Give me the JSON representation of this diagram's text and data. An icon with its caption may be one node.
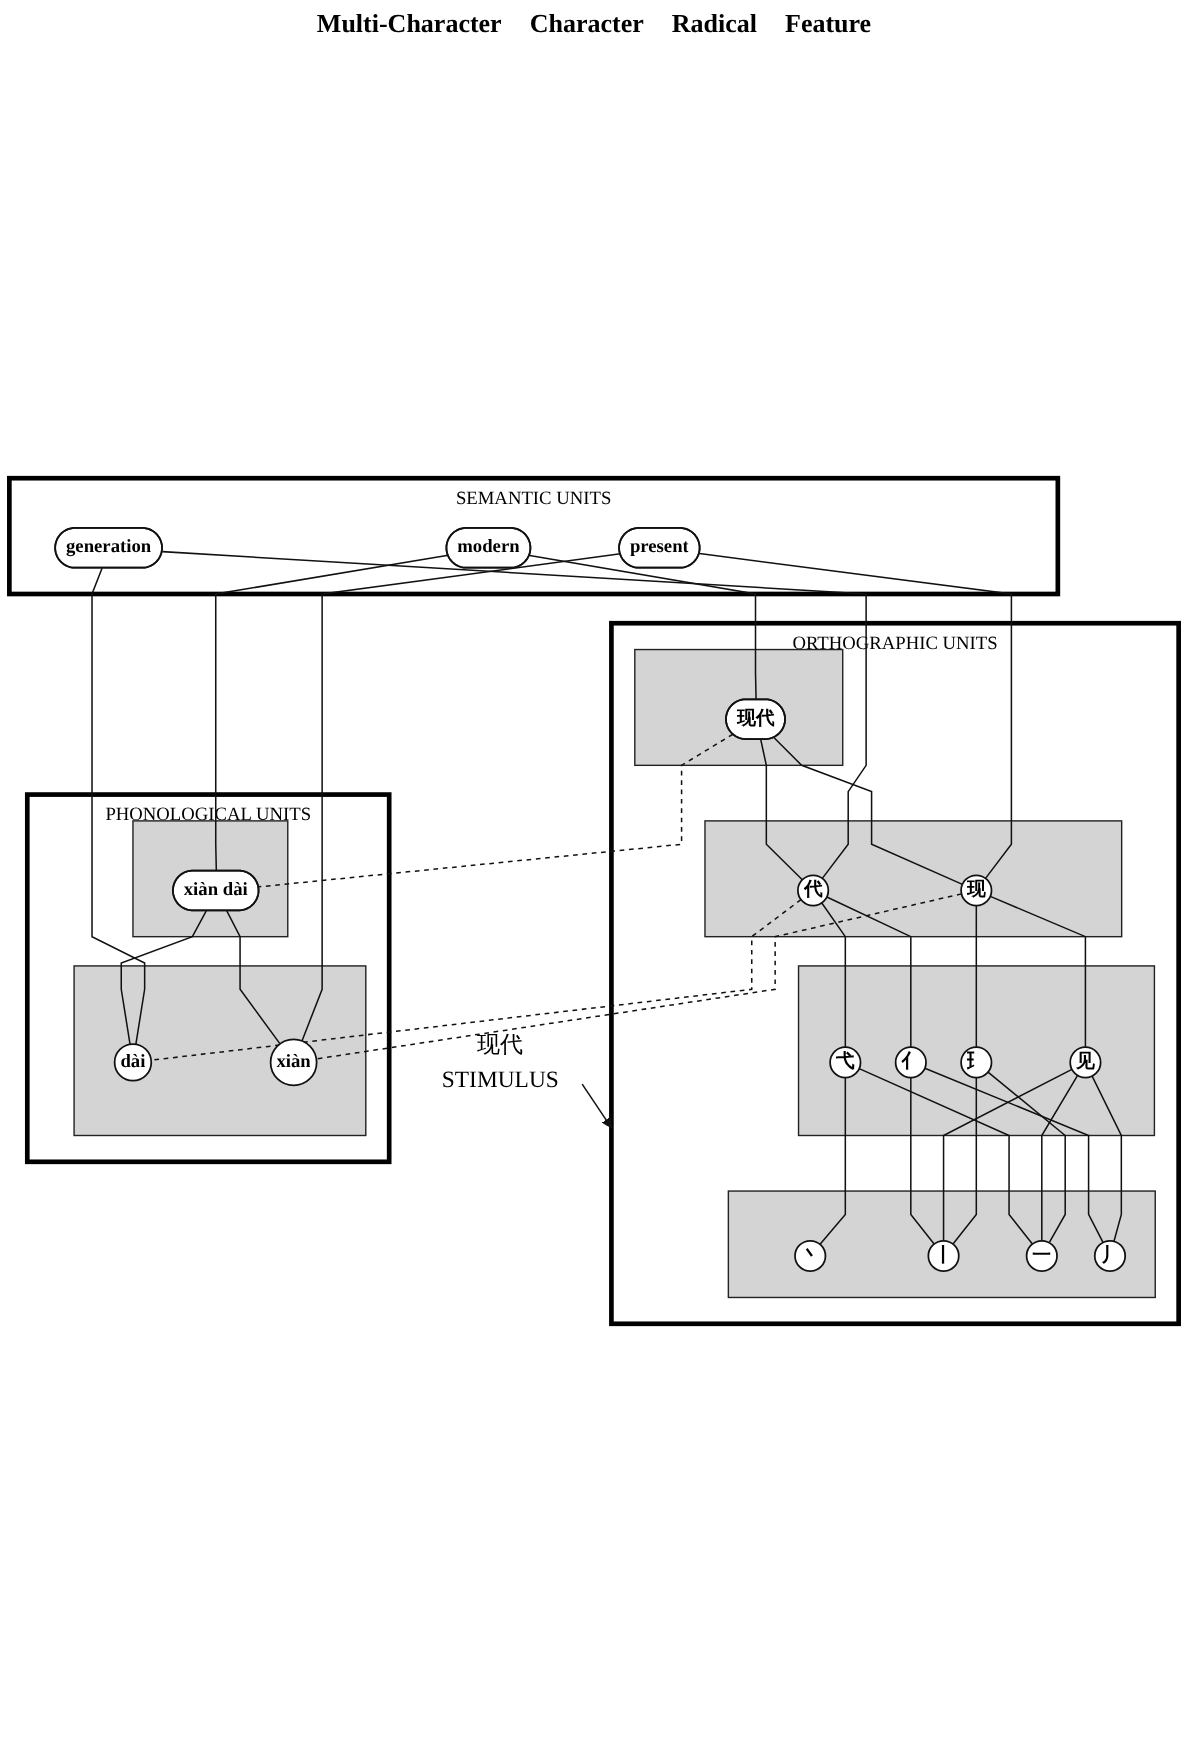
{
  "diagram": {
    "nodes": [
      {
        "text": [
          "SEMANTIC UNITS"
        ]
      },
      {
        "text": [
          "modern"
        ],
        "in": 0
      },
      {
        "text": [
          "present"
        ],
        "in": 0
      },
      {
        "text": [
          "generation"
        ],
        "in": 0
      },
      {
        "text": [
          "ORTHOGRAPHIC UNITS"
        ]
      },
      {
        "text": [],
        "shape": "box",
        "in": 4
      },
      {
        "text": [
          "现代"
        ],
        "in": 5
      },
      {
        "text": [],
        "shape": "box",
        "in": 4
      },
      {
        "text": [
          "现"
        ],
        "in": 7
      },
      {
        "text": [
          "代"
        ],
        "in": 7
      },
      {
        "text": [],
        "shape": "box",
        "in": 4
      },
      {
        "text": [
          "⺩"
        ],
        "in": 10
      },
      {
        "text": [
          "见"
        ],
        "in": 10
      },
      {
        "text": [
          "亻"
        ],
        "in": 10
      },
      {
        "text": [
          "弋"
        ],
        "in": 10
      },
      {
        "text": [],
        "shape": "box",
        "in": 4
      },
      {
        "text": [
          "丶"
        ],
        "in": 15
      },
      {
        "text": [
          "丨"
        ],
        "in": 15
      },
      {
        "text": [
          "一"
        ],
        "in": 15
      },
      {
        "text": [
          "丿"
        ],
        "in": 15
      },
      {
        "text": [
          "PHONOLOGICAL UNITS"
        ]
      },
      {
        "text": [],
        "shape": "box",
        "in": 20
      },
      {
        "text": [
          "xiàn dài"
        ],
        "in": 21
      },
      {
        "text": [],
        "shape": "box",
        "in": 20
      },
      {
        "text": [
          "dài"
        ],
        "in": 23
      },
      {
        "text": [
          "xiàn"
        ],
        "in": 23
      },
      {
        "text": [
          "现代",
          "STIMULUS"
        ]
      }
    ],
    "edges": [
      {
        "from": 1,
        "to": 6,
        "arrow": "none"
      },
      {
        "from": 1,
        "to": 22,
        "arrow": "none"
      },
      {
        "from": 2,
        "to": 8,
        "arrow": "none"
      },
      {
        "from": 2,
        "to": 25,
        "arrow": "none"
      },
      {
        "from": 3,
        "to": 9,
        "arrow": "none"
      },
      {
        "from": 3,
        "to": 24,
        "arrow": "none"
      },
      {
        "from": 6,
        "to": 22,
        "arrow": "none",
        "style": "dashed"
      },
      {
        "from": 9,
        "to": 24,
        "arrow": "none",
        "style": "dashed"
      },
      {
        "from": 8,
        "to": 25,
        "arrow": "none",
        "style": "dashed"
      },
      {
        "from": 6,
        "to": 8,
        "arrow": "none"
      },
      {
        "from": 6,
        "to": 9,
        "arrow": "none"
      },
      {
        "from": 22,
        "to": 25,
        "arrow": "none"
      },
      {
        "from": 22,
        "to": 24,
        "arrow": "none"
      },
      {
        "from": 8,
        "to": 11,
        "arrow": "none"
      },
      {
        "from": 8,
        "to": 12,
        "arrow": "none"
      },
      {
        "from": 9,
        "to": 13,
        "arrow": "none"
      },
      {
        "from": 9,
        "to": 14,
        "arrow": "none"
      },
      {
        "from": 11,
        "to": 18,
        "arrow": "none"
      },
      {
        "from": 11,
        "to": 17,
        "arrow": "none"
      },
      {
        "from": 12,
        "to": 18,
        "arrow": "none"
      },
      {
        "from": 12,
        "to": 19,
        "arrow": "none"
      },
      {
        "from": 12,
        "to": 17,
        "arrow": "none"
      },
      {
        "from": 13,
        "to": 19,
        "arrow": "none"
      },
      {
        "from": 13,
        "to": 17,
        "arrow": "none"
      },
      {
        "from": 14,
        "to": 16,
        "arrow": "none"
      },
      {
        "from": 14,
        "to": 18,
        "arrow": "none"
      },
      {
        "from": 26,
        "to": 4,
        "arrow": "to"
      }
    ],
    "labels": [
      "Multi-Character",
      "Character",
      "Radical",
      "Feature"
    ]
  }
}
